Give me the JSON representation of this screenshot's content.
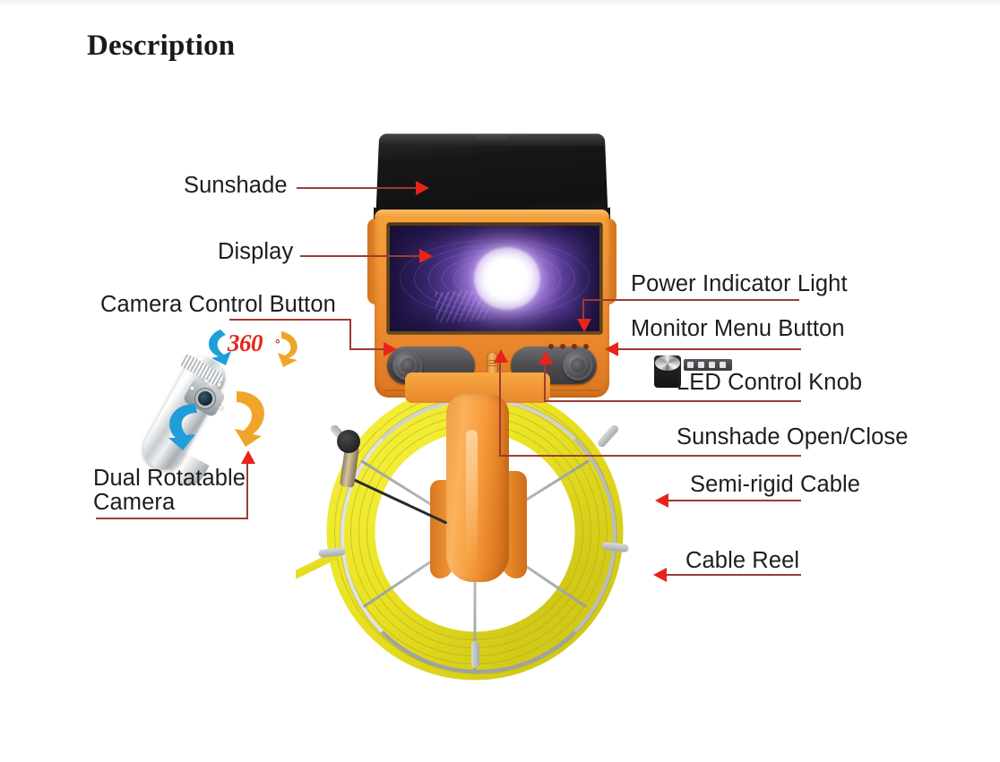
{
  "page": {
    "title": "Description",
    "background": "#ffffff"
  },
  "colors": {
    "leader_line": "#9e3b34",
    "arrow_head": "#e8231a",
    "label_text": "#1d1d1d",
    "device_orange": "#f09235",
    "cable_yellow": "#eae22a",
    "screen_purple": "#3d2a74",
    "badge_red": "#e8231a",
    "rotate_arrow_blue": "#1f9ed9",
    "rotate_arrow_orange": "#f0a52a"
  },
  "callouts": {
    "sunshade": "Sunshade",
    "display": "Display",
    "camera_control_button": "Camera Control Button",
    "dual_rotatable_camera_line1": "Dual Rotatable",
    "dual_rotatable_camera_line2": "Camera",
    "power_indicator_light": "Power Indicator Light",
    "monitor_menu_button": "Monitor Menu Button",
    "led_control_knob": "LED Control Knob",
    "sunshade_open_close": "Sunshade Open/Close",
    "semi_rigid_cable": "Semi-rigid Cable",
    "cable_reel": "Cable Reel"
  },
  "badge": {
    "value": "360",
    "degree_symbol": "°"
  },
  "device": {
    "monitor_label": "pipe inspection monitor",
    "screen_content": "pipe interior with bright light",
    "indicator_dot_count": 4,
    "indicator_led_count": 4
  }
}
